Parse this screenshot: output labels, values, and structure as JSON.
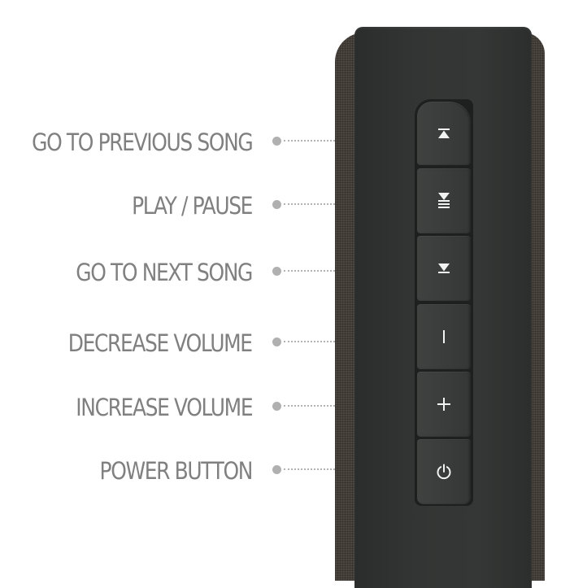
{
  "controls": [
    {
      "label": "GO TO PREVIOUS SONG",
      "icon": "previous-track-icon"
    },
    {
      "label": "PLAY / PAUSE",
      "icon": "play-pause-icon"
    },
    {
      "label": "GO TO NEXT SONG",
      "icon": "next-track-icon"
    },
    {
      "label": "DECREASE VOLUME",
      "icon": "minus-icon"
    },
    {
      "label": "INCREASE VOLUME",
      "icon": "plus-icon"
    },
    {
      "label": "POWER BUTTON",
      "icon": "power-icon"
    }
  ],
  "colors": {
    "label_text": "#808080",
    "leader_dots": "#b3b3b3",
    "speaker_face": "#333534",
    "speaker_fabric": "#4c4640",
    "button": "#3c3e3d",
    "icon": "#f2f2f2"
  }
}
